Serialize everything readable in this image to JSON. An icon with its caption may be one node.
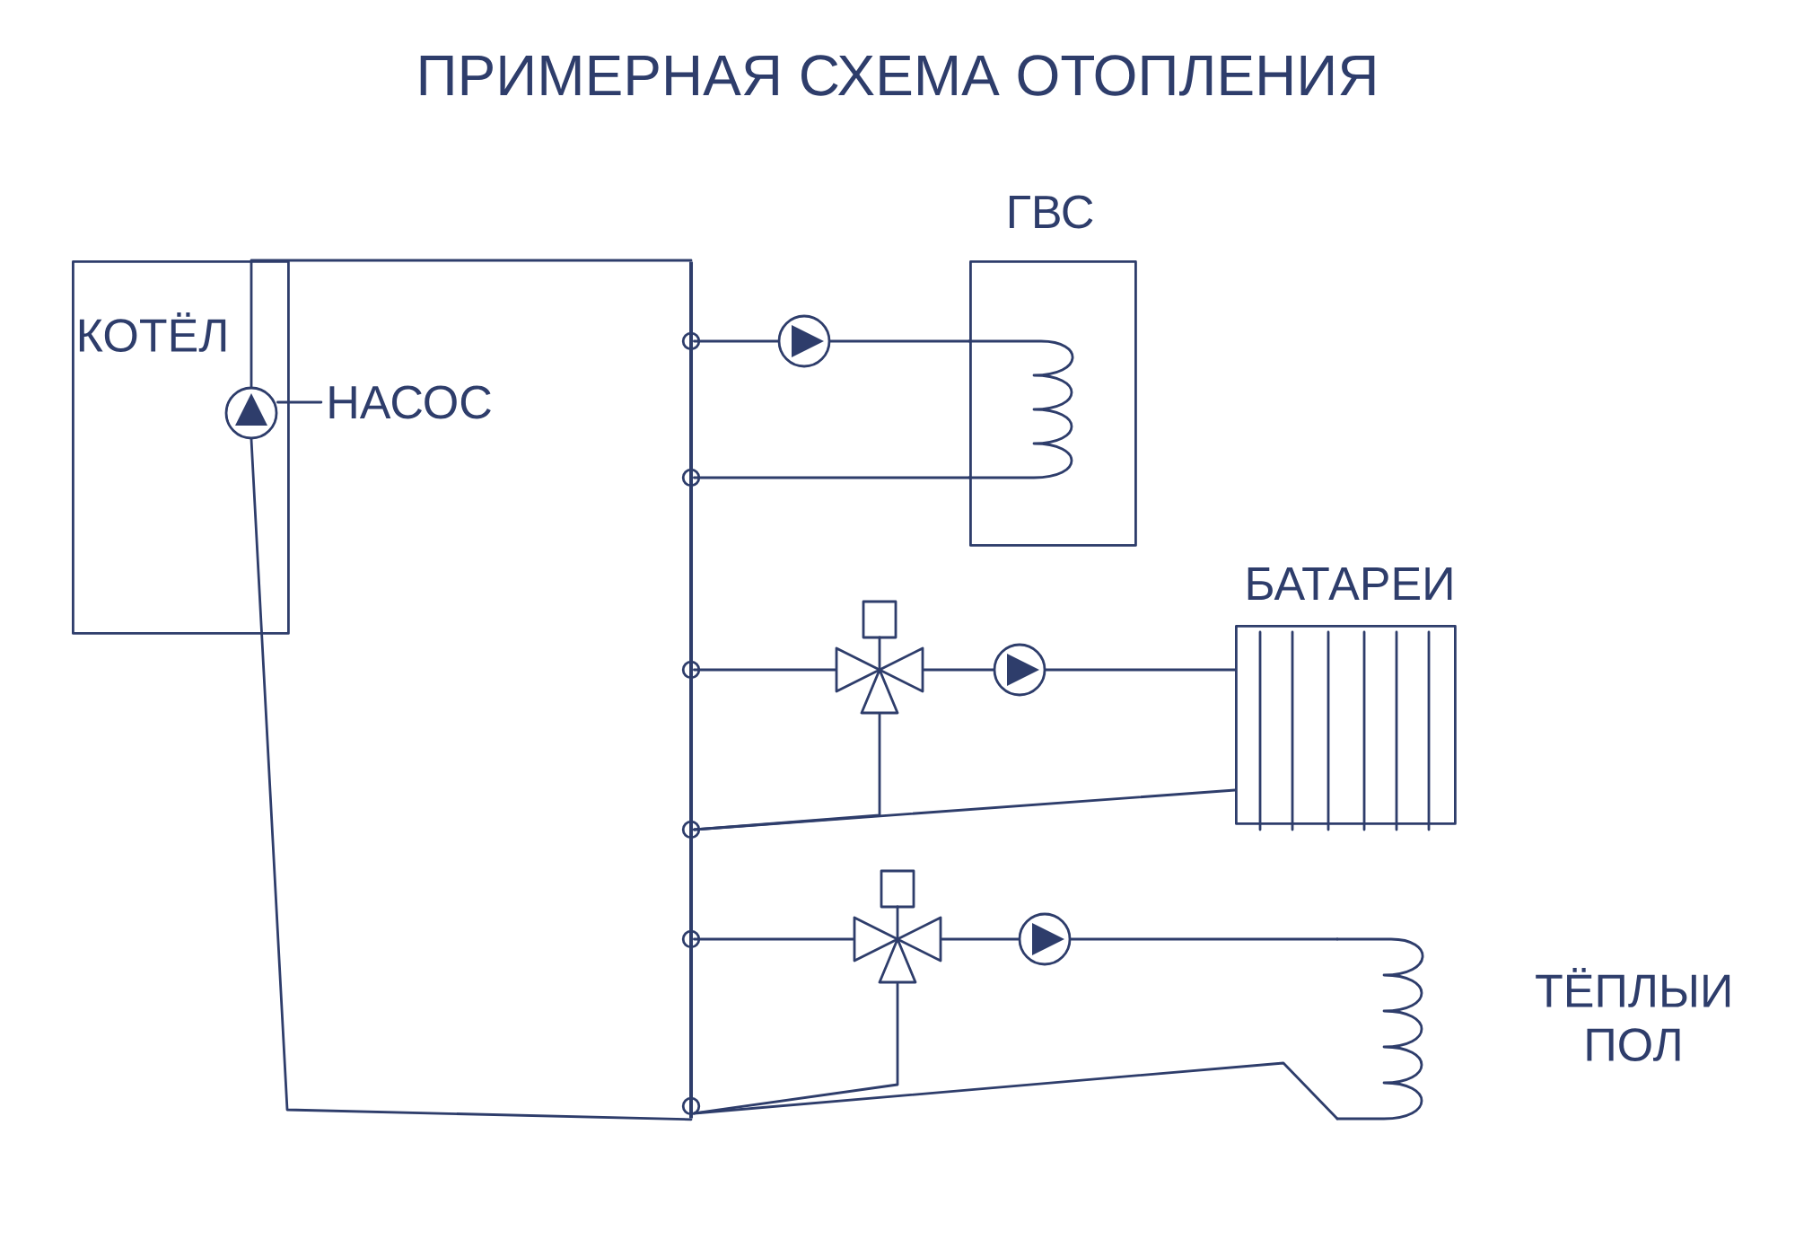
{
  "diagram": {
    "title": "ПРИМЕРНАЯ СХЕМА ОТОПЛЕНИЯ",
    "nodes": [
      {
        "text": [
          "КОТЁЛ"
        ]
      },
      {
        "text": [],
        "shape": "circle",
        "in": 0
      },
      {
        "text": [
          "НАСОС"
        ]
      },
      {
        "text": [
          "ГВС"
        ]
      },
      {
        "text": [
          "БАТАРЕИ"
        ]
      },
      {
        "text": [
          "ТЁПЛЫИ ПОЛ"
        ]
      },
      {
        "text": [],
        "shape": "circle"
      },
      {
        "text": [],
        "shape": "valve"
      },
      {
        "text": [],
        "shape": "circle"
      },
      {
        "text": [],
        "shape": "valve"
      },
      {
        "text": [],
        "shape": "circle"
      },
      {
        "text": [],
        "shape": "bar"
      }
    ],
    "edges": [
      {
        "from": 2,
        "to": 1,
        "arrow": "none"
      },
      {
        "from": 6,
        "to": 3,
        "arrow": "none"
      },
      {
        "from": 7,
        "to": 8,
        "arrow": "none"
      },
      {
        "from": 8,
        "to": 4,
        "arrow": "none"
      },
      {
        "from": 9,
        "to": 10,
        "arrow": "none"
      },
      {
        "from": 10,
        "to": 5,
        "arrow": "none"
      },
      {
        "from": 1,
        "to": 11,
        "arrow": "none"
      },
      {
        "from": 11,
        "to": 1,
        "arrow": "none"
      },
      {
        "from": 11,
        "to": 6,
        "arrow": "none"
      },
      {
        "from": 3,
        "to": 11,
        "arrow": "none"
      },
      {
        "from": 11,
        "to": 7,
        "arrow": "none"
      },
      {
        "from": 4,
        "to": 11,
        "arrow": "none"
      },
      {
        "from": 7,
        "to": 11,
        "arrow": "none"
      },
      {
        "from": 11,
        "to": 9,
        "arrow": "none"
      },
      {
        "from": 5,
        "to": 11,
        "arrow": "none"
      },
      {
        "from": 9,
        "to": 11,
        "arrow": "none"
      }
    ]
  }
}
